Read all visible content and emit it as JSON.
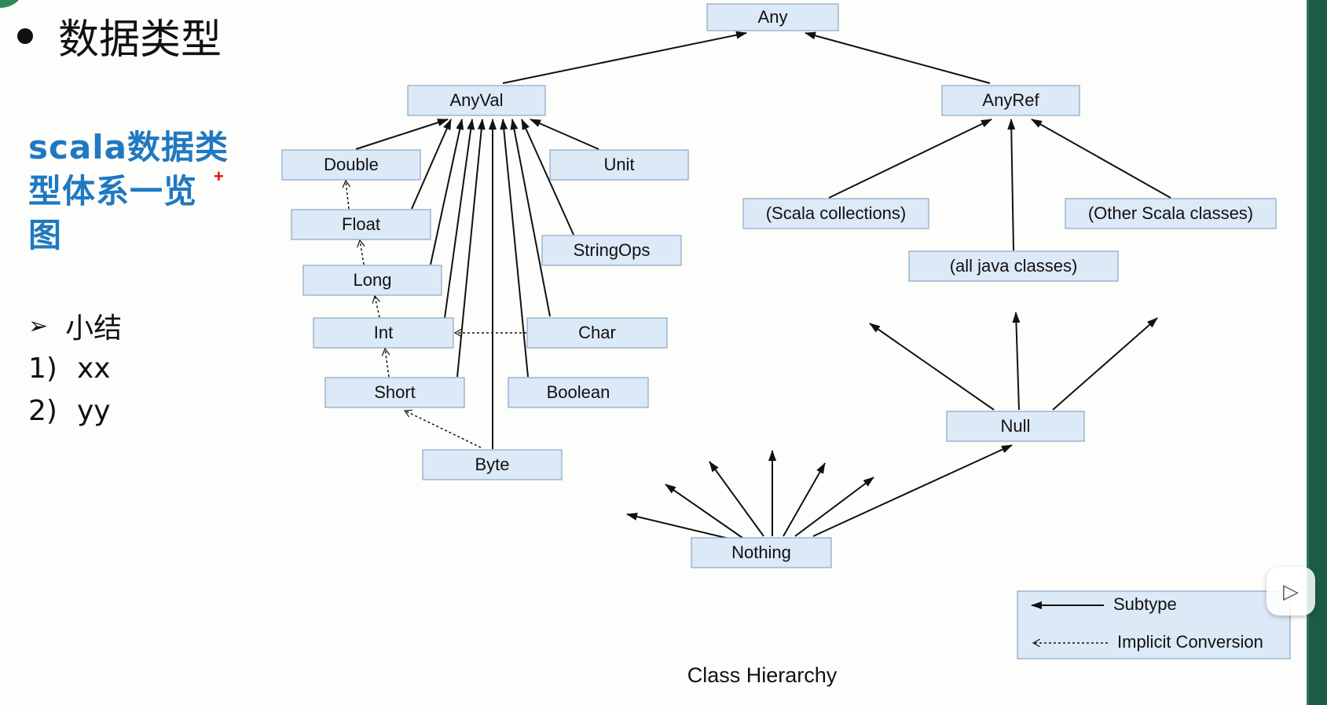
{
  "slide": {
    "title": "数据类型",
    "subtitle_lines": [
      "scala数据类",
      "型体系一览",
      "图"
    ],
    "summary_heading": "小结",
    "summary_items": [
      {
        "num": "1)",
        "text": "xx"
      },
      {
        "num": "2)",
        "text": "yy"
      }
    ]
  },
  "diagram": {
    "nodes": [
      {
        "id": "any",
        "label": "Any"
      },
      {
        "id": "anyval",
        "label": "AnyVal"
      },
      {
        "id": "anyref",
        "label": "AnyRef"
      },
      {
        "id": "double",
        "label": "Double"
      },
      {
        "id": "unit",
        "label": "Unit"
      },
      {
        "id": "float",
        "label": "Float"
      },
      {
        "id": "stringops",
        "label": "StringOps"
      },
      {
        "id": "long",
        "label": "Long"
      },
      {
        "id": "int",
        "label": "Int"
      },
      {
        "id": "char",
        "label": "Char"
      },
      {
        "id": "short",
        "label": "Short"
      },
      {
        "id": "boolean",
        "label": "Boolean"
      },
      {
        "id": "byte",
        "label": "Byte"
      },
      {
        "id": "scala_collections",
        "label": "(Scala collections)"
      },
      {
        "id": "other_scala",
        "label": "(Other Scala classes)"
      },
      {
        "id": "java_classes",
        "label": "(all java classes)"
      },
      {
        "id": "null",
        "label": "Null"
      },
      {
        "id": "nothing",
        "label": "Nothing"
      }
    ],
    "subtype_edges": [
      [
        "anyval",
        "any"
      ],
      [
        "anyref",
        "any"
      ],
      [
        "double",
        "anyval"
      ],
      [
        "float",
        "anyval"
      ],
      [
        "long",
        "anyval"
      ],
      [
        "int",
        "anyval"
      ],
      [
        "short",
        "anyval"
      ],
      [
        "byte",
        "anyval"
      ],
      [
        "boolean",
        "anyval"
      ],
      [
        "char",
        "anyval"
      ],
      [
        "stringops",
        "anyval"
      ],
      [
        "unit",
        "anyval"
      ],
      [
        "scala_collections",
        "anyref"
      ],
      [
        "java_classes",
        "anyref"
      ],
      [
        "other_scala",
        "anyref"
      ],
      [
        "nothing",
        "null"
      ]
    ],
    "implicit_edges": [
      [
        "byte",
        "short"
      ],
      [
        "short",
        "int"
      ],
      [
        "char",
        "int"
      ],
      [
        "int",
        "long"
      ],
      [
        "long",
        "float"
      ],
      [
        "float",
        "double"
      ]
    ],
    "legend": {
      "subtype": "Subtype",
      "implicit": "Implicit Conversion"
    },
    "caption": "Class Hierarchy"
  }
}
